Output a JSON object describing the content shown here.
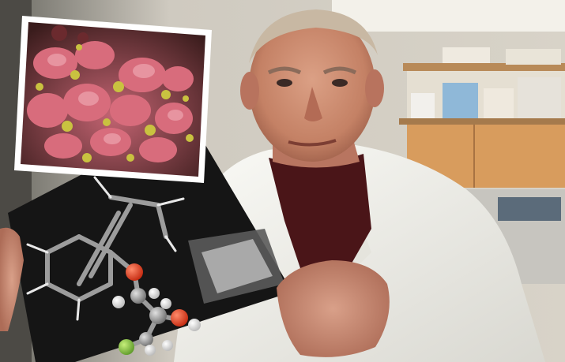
{
  "photo": {
    "subject": "photograph",
    "inset": "microscope-cells-inset",
    "card": "molecule-model-card"
  },
  "colors": {
    "lab_coat": "#f1f0ea",
    "sweater": "#4a1518",
    "card_black": "#151515",
    "cabinet_wood": "#d89c5d",
    "wall": "#cfcac0",
    "skin": "#c98c72",
    "cell_pink": "#d86c7c",
    "cell_yellow": "#c9c240",
    "atom_red": "#e53a1c",
    "atom_green": "#8bc342",
    "atom_grey": "#9b9b9b",
    "atom_white": "#f2f2f2"
  }
}
